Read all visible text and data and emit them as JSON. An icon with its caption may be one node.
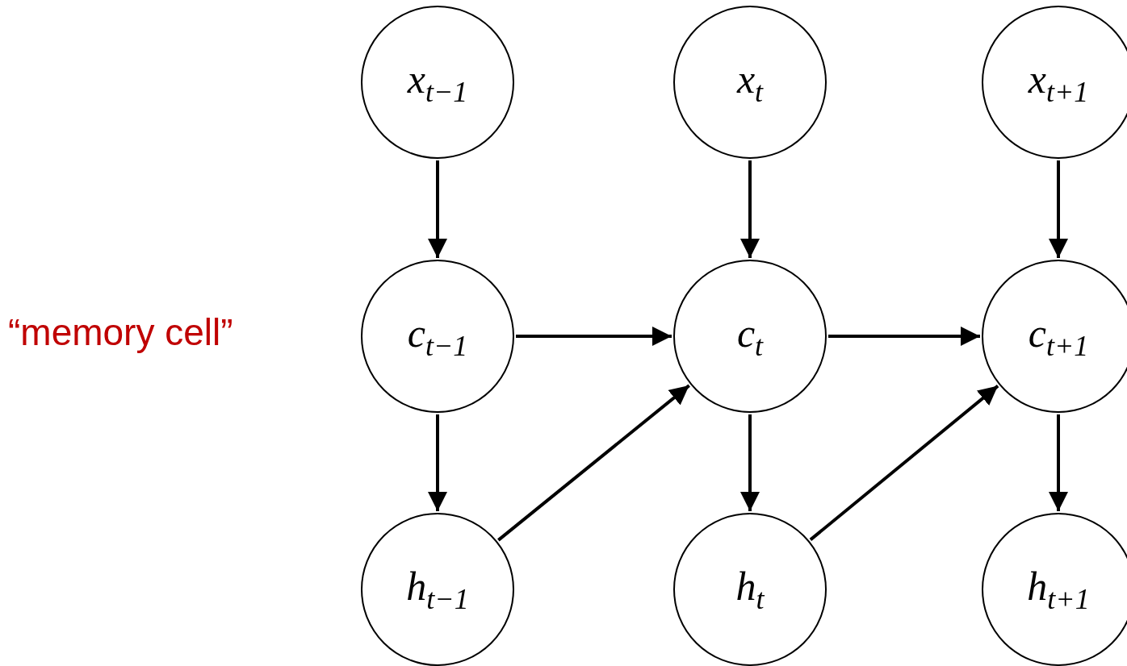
{
  "diagram": {
    "nodes": [
      {
        "text": [
          "x$_{t−1}$"
        ]
      },
      {
        "text": [
          "x$_{t}$"
        ]
      },
      {
        "text": [
          "x$_{t+1}$"
        ]
      },
      {
        "text": [
          "c$_{t−1}$"
        ]
      },
      {
        "text": [
          "c$_{t}$"
        ]
      },
      {
        "text": [
          "c$_{t+1}$"
        ]
      },
      {
        "text": [
          "h$_{t−1}$"
        ]
      },
      {
        "text": [
          "h$_{t}$"
        ]
      },
      {
        "text": [
          "h$_{t+1}$"
        ]
      }
    ],
    "edges": [
      {
        "from": 0,
        "to": 3,
        "arrow": "to"
      },
      {
        "from": 1,
        "to": 4,
        "arrow": "to"
      },
      {
        "from": 2,
        "to": 5,
        "arrow": "to"
      },
      {
        "from": 3,
        "to": 4,
        "arrow": "to"
      },
      {
        "from": 4,
        "to": 5,
        "arrow": "to"
      },
      {
        "from": 3,
        "to": 6,
        "arrow": "to"
      },
      {
        "from": 4,
        "to": 7,
        "arrow": "to"
      },
      {
        "from": 5,
        "to": 8,
        "arrow": "to"
      },
      {
        "from": 6,
        "to": 4,
        "arrow": "to"
      },
      {
        "from": 7,
        "to": 5,
        "arrow": "to"
      }
    ],
    "labels": [
      "“memory cell”"
    ]
  }
}
